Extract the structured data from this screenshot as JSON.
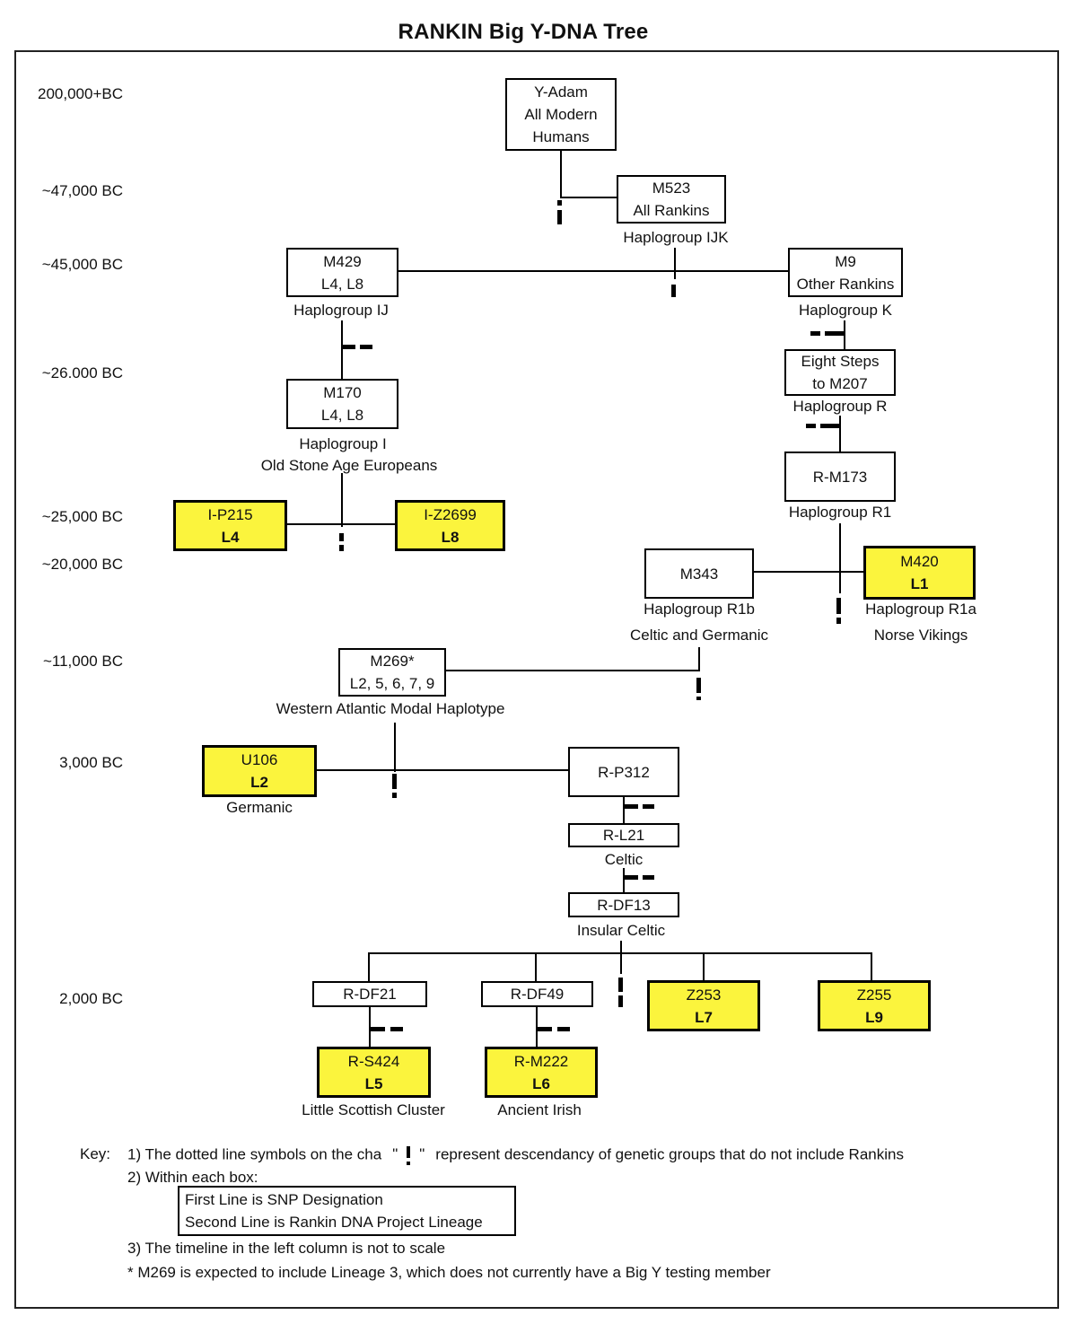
{
  "title": "RANKIN Big Y-DNA Tree",
  "colors": {
    "highlight": "#FBF43D",
    "line": "#000000"
  },
  "timeline": [
    "200,000+BC",
    "~47,000 BC",
    "~45,000 BC",
    "~26.000 BC",
    "~25,000 BC",
    "~20,000 BC",
    "~11,000 BC",
    "3,000 BC",
    "2,000 BC"
  ],
  "nodes": {
    "y_adam": {
      "line1": "Y-Adam",
      "line2": "All Modern",
      "line3": "Humans"
    },
    "m523": {
      "line1": "M523",
      "line2": "All Rankins"
    },
    "m429": {
      "line1": "M429",
      "line2": "L4, L8"
    },
    "m9": {
      "line1": "M9",
      "line2": "Other Rankins"
    },
    "eight_steps": {
      "line1": "Eight Steps",
      "line2": "to M207"
    },
    "m170": {
      "line1": "M170",
      "line2": "L4, L8"
    },
    "r_m173": {
      "line1": "R-M173"
    },
    "i_p215": {
      "line1": "I-P215",
      "line2": "L4"
    },
    "i_z2699": {
      "line1": "I-Z2699",
      "line2": "L8"
    },
    "m343": {
      "line1": "M343"
    },
    "m420": {
      "line1": "M420",
      "line2": "L1"
    },
    "m269": {
      "line1": "M269*",
      "line2": "L2, 5, 6, 7, 9"
    },
    "u106": {
      "line1": "U106",
      "line2": "L2"
    },
    "r_p312": {
      "line1": "R-P312"
    },
    "r_l21": {
      "line1": "R-L21"
    },
    "r_df13": {
      "line1": "R-DF13"
    },
    "r_df21": {
      "line1": "R-DF21"
    },
    "r_df49": {
      "line1": "R-DF49"
    },
    "z253": {
      "line1": "Z253",
      "line2": "L7"
    },
    "z255": {
      "line1": "Z255",
      "line2": "L9"
    },
    "r_s424": {
      "line1": "R-S424",
      "line2": "L5"
    },
    "r_m222": {
      "line1": "R-M222",
      "line2": "L6"
    }
  },
  "captions": {
    "hap_ijk": "Haplogroup IJK",
    "hap_ij": "Haplogroup IJ",
    "hap_k": "Haplogroup K",
    "hap_r": "Haplogroup R",
    "hap_i": "Haplogroup I",
    "old_stone": "Old Stone Age Europeans",
    "hap_r1": "Haplogroup R1",
    "hap_r1b": "Haplogroup R1b",
    "celtic_germanic": "Celtic and Germanic",
    "hap_r1a": "Haplogroup R1a",
    "norse": "Norse Vikings",
    "wamh": "Western Atlantic Modal Haplotype",
    "germanic": "Germanic",
    "celtic": "Celtic",
    "insular": "Insular Celtic",
    "little_scottish": "Little Scottish Cluster",
    "ancient_irish": "Ancient Irish"
  },
  "key": {
    "label": "Key:",
    "item1_pre": "1) The dotted line symbols on the cha",
    "quote_open": "\"",
    "quote_close": "\"",
    "item1_post": "represent descendancy of genetic groups that do not include Rankins",
    "item2": "2) Within each box:",
    "box_line1": "First Line is SNP Designation",
    "box_line2": "Second Line is Rankin DNA Project Lineage",
    "item3": "3) The timeline in the left column is not to scale",
    "item4": "* M269 is expected to include Lineage 3, which does not currently have a Big Y testing member"
  }
}
